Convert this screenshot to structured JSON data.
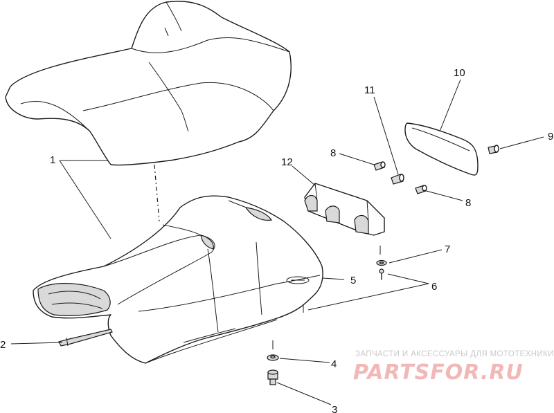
{
  "callouts": {
    "c1": "1",
    "c2": "2",
    "c3": "3",
    "c4": "4",
    "c5": "5",
    "c6": "6",
    "c7": "7",
    "c8a": "8",
    "c8b": "8",
    "c9": "9",
    "c10": "10",
    "c11": "11",
    "c12": "12"
  },
  "watermark": {
    "subtitle": "ЗАПЧАСТИ И АКСЕССУАРЫ ДЛЯ МОТОТЕХНИКИ",
    "brand": "PARTSFOR.RU"
  },
  "colors": {
    "line": "#1a1a1a",
    "watermark_brand": "#f2b8b8",
    "watermark_subtitle": "#c9c9c9"
  }
}
